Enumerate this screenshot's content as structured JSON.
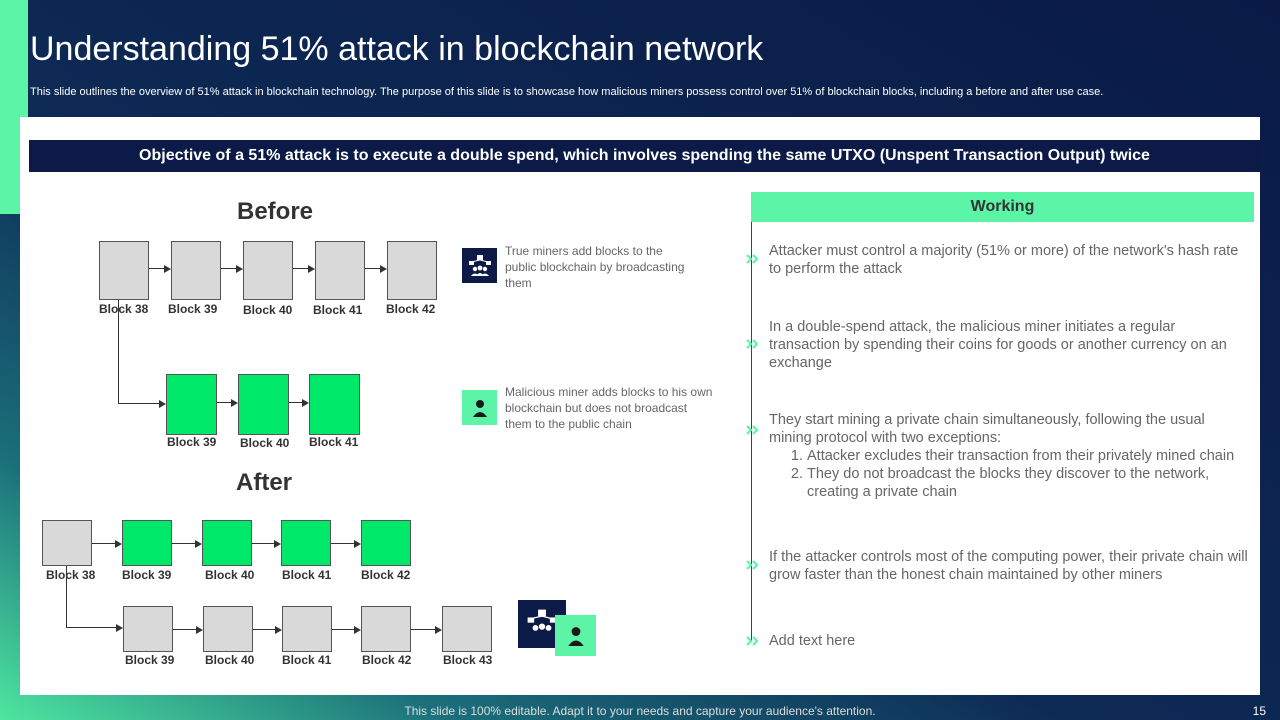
{
  "title": "Understanding 51% attack in blockchain network",
  "subtitle": "This slide outlines the overview of 51% attack in blockchain technology. The purpose of this slide is to showcase how malicious miners possess control over 51% of blockchain blocks, including a before and after use case.",
  "objective": "Objective of a 51% attack is to execute a double spend, which involves spending the same UTXO (Unspent Transaction Output) twice",
  "before": {
    "heading": "Before",
    "public_chain": [
      "Block 38",
      "Block 39",
      "Block 40",
      "Block 41",
      "Block 42"
    ],
    "private_chain": [
      "Block 39",
      "Block 40",
      "Block 41"
    ]
  },
  "after": {
    "heading": "After",
    "top_chain": [
      "Block 38",
      "Block 39",
      "Block 40",
      "Block 41",
      "Block 42"
    ],
    "bottom_chain": [
      "Block 39",
      "Block 40",
      "Block 41",
      "Block 42",
      "Block 43"
    ]
  },
  "legend": {
    "true_miners": "True  miners add blocks to the public blockchain by broadcasting them",
    "malicious_miner": "Malicious miner adds blocks to his own blockchain but does not broadcast them to the public chain"
  },
  "working": {
    "header": "Working",
    "items": [
      "Attacker must control a majority (51% or more) of the network's hash rate to perform the attack",
      "In a double-spend attack, the malicious miner initiates a regular transaction by spending their coins for goods or another currency on an exchange",
      "They start mining a private chain simultaneously, following the usual mining protocol with two exceptions:",
      "If the attacker controls most of the computing power, their private chain will grow faster than the honest chain maintained by other miners",
      "Add text here"
    ],
    "exceptions": [
      "Attacker excludes their transaction from their privately mined chain",
      "They do not broadcast the blocks they discover to the network, creating a private chain"
    ]
  },
  "footer": "This slide is 100% editable. Adapt it to your needs and capture your audience's attention.",
  "page_number": "15",
  "colors": {
    "navy": "#0b1a47",
    "accent_green": "#5cf5a8",
    "block_green": "#00e86a",
    "block_gray": "#d9d9d9"
  },
  "icons": {
    "network": "network-users-icon",
    "user": "user-icon",
    "bullet": "double-chevron-icon"
  }
}
